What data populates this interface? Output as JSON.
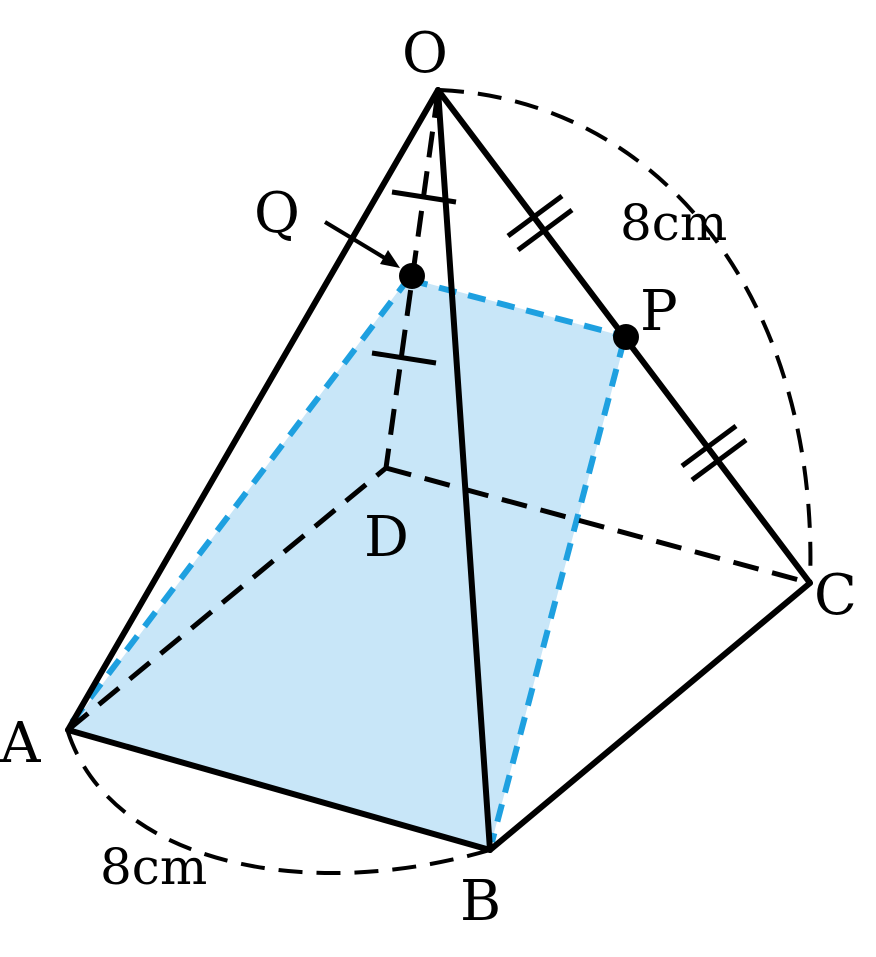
{
  "labels": {
    "O": "O",
    "A": "A",
    "B": "B",
    "C": "C",
    "D": "D",
    "P": "P",
    "Q": "Q",
    "oc_length": "8cm",
    "ab_length": "8cm"
  },
  "colors": {
    "section_fill": "#c8e6f8",
    "section_edge": "#1ea0e0",
    "edge": "#000000"
  }
}
